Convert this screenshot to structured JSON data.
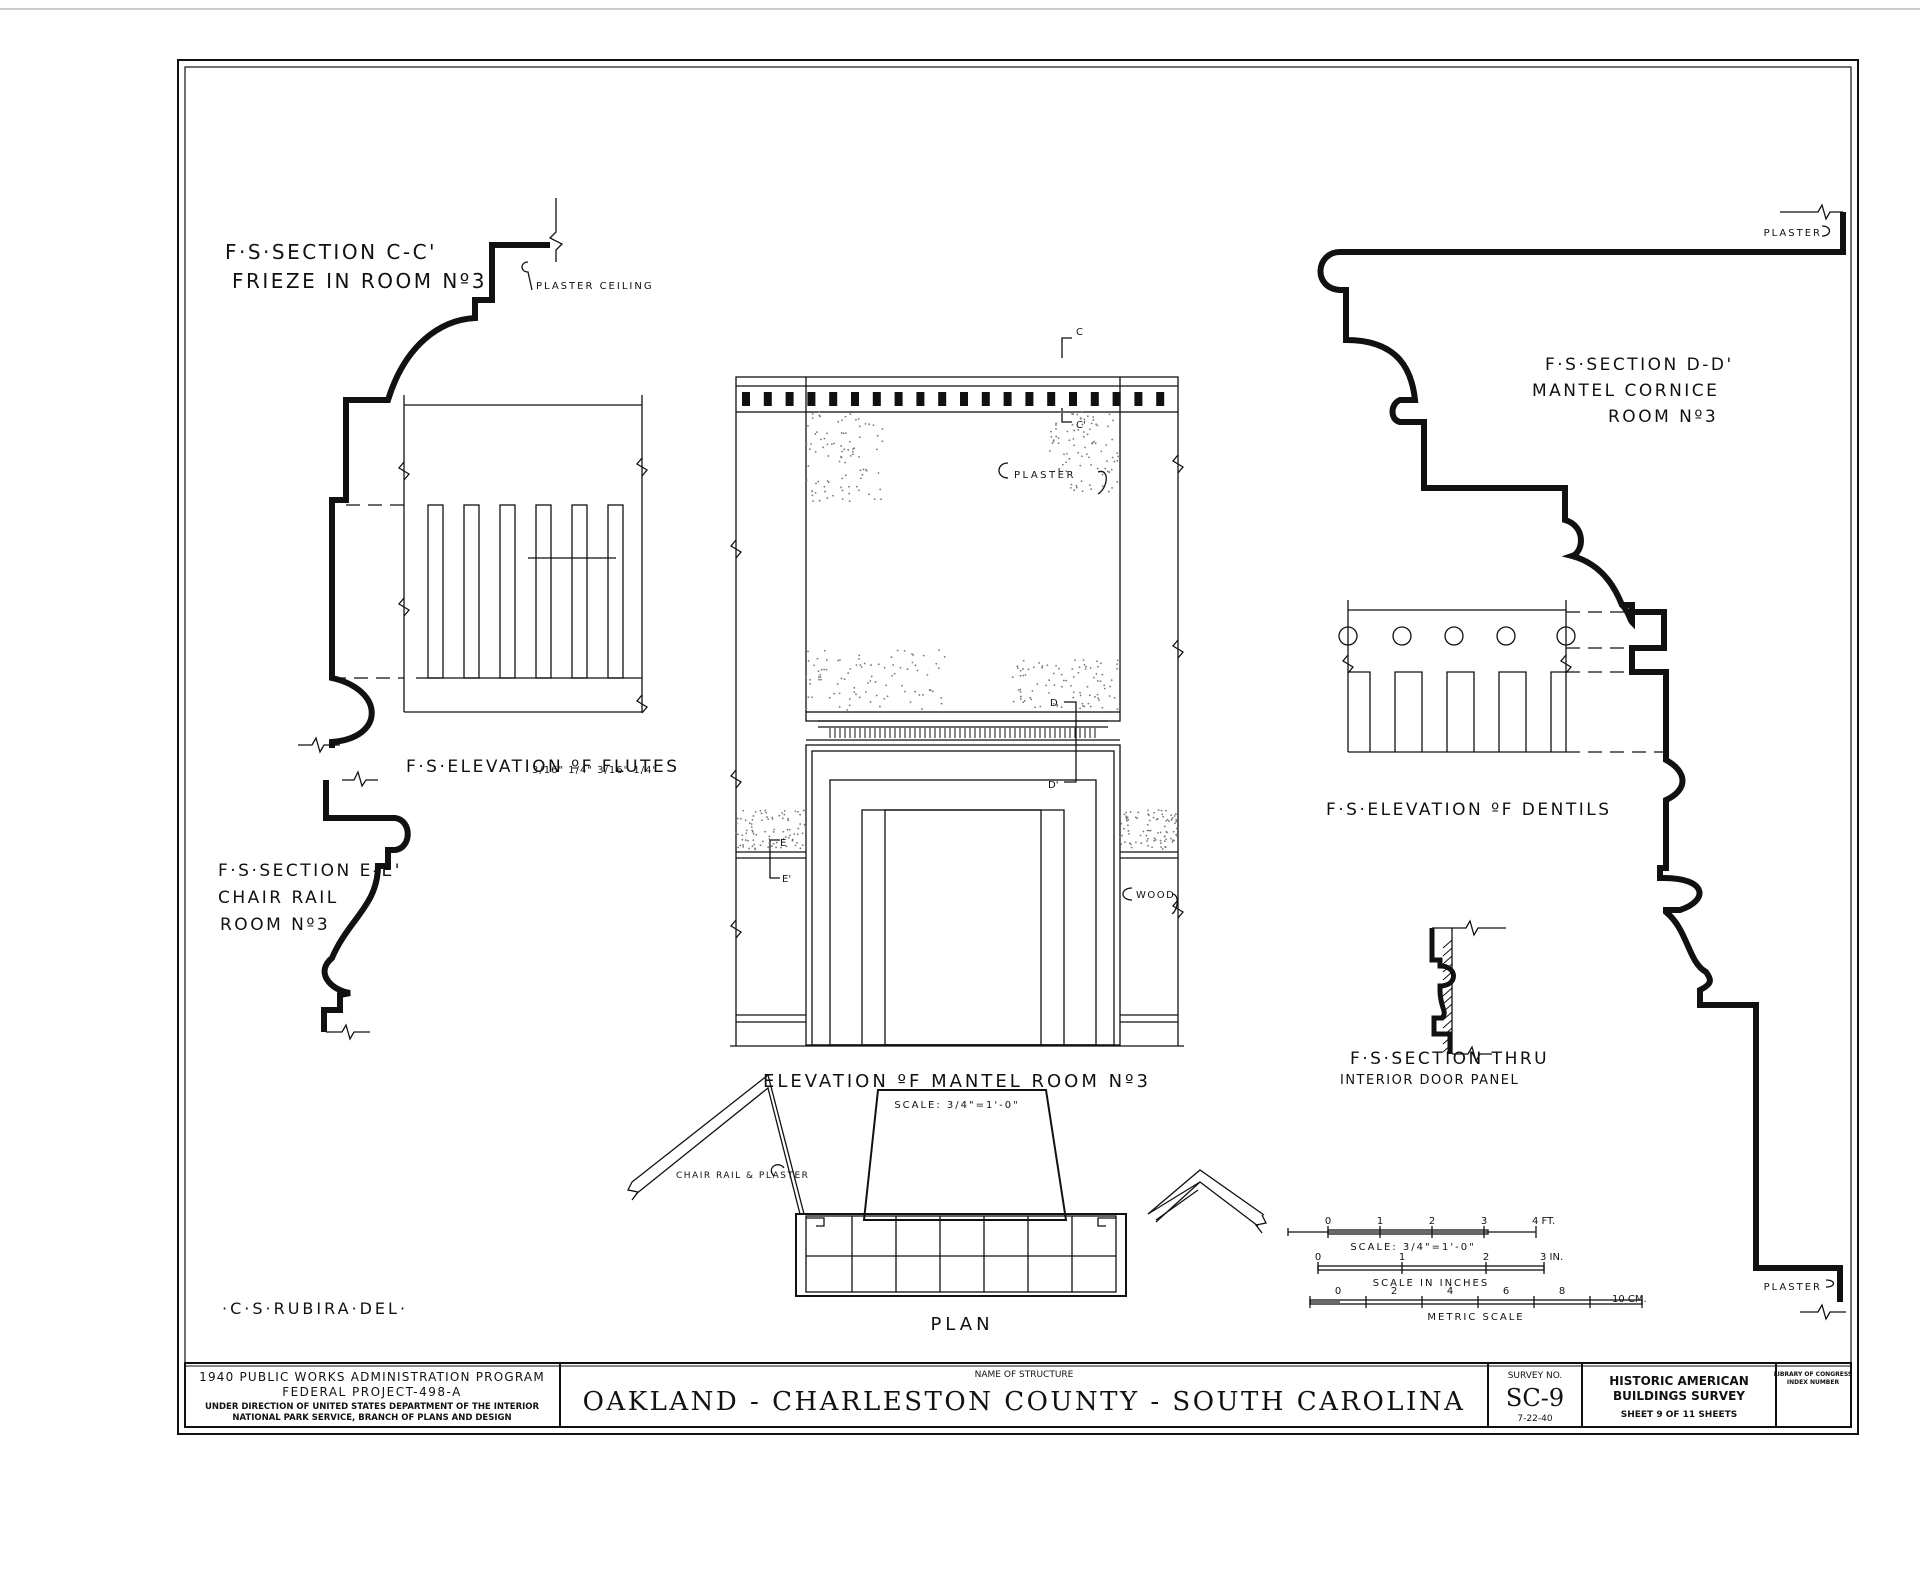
{
  "drawings": {
    "frieze_title": [
      "F·S·SECTION C-C'",
      "FRIEZE IN ROOM Nº3"
    ],
    "plaster_ceiling": "PLASTER CEILING",
    "flutes_title": "F·S·ELEVATION ºF FLUTES",
    "flute_dims": "3/16\" 1/4\" 3/16\" 1/4\"",
    "chair_rail_title": [
      "F·S·SECTION E-E'",
      "CHAIR RAIL",
      "ROOM Nº3"
    ],
    "mantel_title": "ELEVATION ºF MANTEL ROOM Nº3",
    "mantel_scale": "SCALE: 3/4\"=1'-0\"",
    "plaster_note": "PLASTER",
    "wood_note": "WOOD",
    "sec_marks": [
      "C",
      "C'",
      "D",
      "D'",
      "E",
      "E'"
    ],
    "cornice_title": [
      "F·S·SECTION D-D'",
      "MANTEL CORNICE",
      "ROOM Nº3"
    ],
    "plaster_top": "PLASTER",
    "plaster_bottom": "PLASTER",
    "dentils_title": "F·S·ELEVATION ºF DENTILS",
    "door_panel_title": [
      "F·S·SECTION THRU",
      "INTERIOR DOOR PANEL"
    ],
    "plan_title": "PLAN",
    "plan_note": "CHAIR RAIL & PLASTER",
    "delineator": "·C·S·RUBIRA·DEL·"
  },
  "scales": {
    "feet": {
      "labels": [
        "0",
        "1",
        "2",
        "3",
        "4 FT."
      ],
      "caption": "SCALE: 3/4\"=1'-0\""
    },
    "inches": {
      "labels": [
        "0",
        "1",
        "2",
        "3 IN."
      ],
      "caption": "SCALE IN INCHES"
    },
    "metric": {
      "labels": [
        "0",
        "2",
        "4",
        "6",
        "8",
        "10 CM."
      ],
      "caption": "METRIC SCALE"
    }
  },
  "title_block": {
    "program": [
      "1940 PUBLIC WORKS ADMINISTRATION PROGRAM",
      "FEDERAL PROJECT-498-A"
    ],
    "direction": [
      "UNDER DIRECTION OF UNITED STATES DEPARTMENT OF THE INTERIOR",
      "NATIONAL PARK SERVICE, BRANCH OF PLANS AND DESIGN"
    ],
    "name_label": "NAME OF STRUCTURE",
    "structure": "OAKLAND - CHARLESTON COUNTY - SOUTH CAROLINA",
    "survey_label": "SURVEY NO.",
    "survey_no": "SC-9",
    "survey_date": "7-22-40",
    "habs": [
      "HISTORIC AMERICAN",
      "BUILDINGS SURVEY"
    ],
    "sheet": "SHEET 9 OF 11 SHEETS",
    "loc": [
      "LIBRARY OF CONGRESS",
      "INDEX NUMBER"
    ]
  }
}
